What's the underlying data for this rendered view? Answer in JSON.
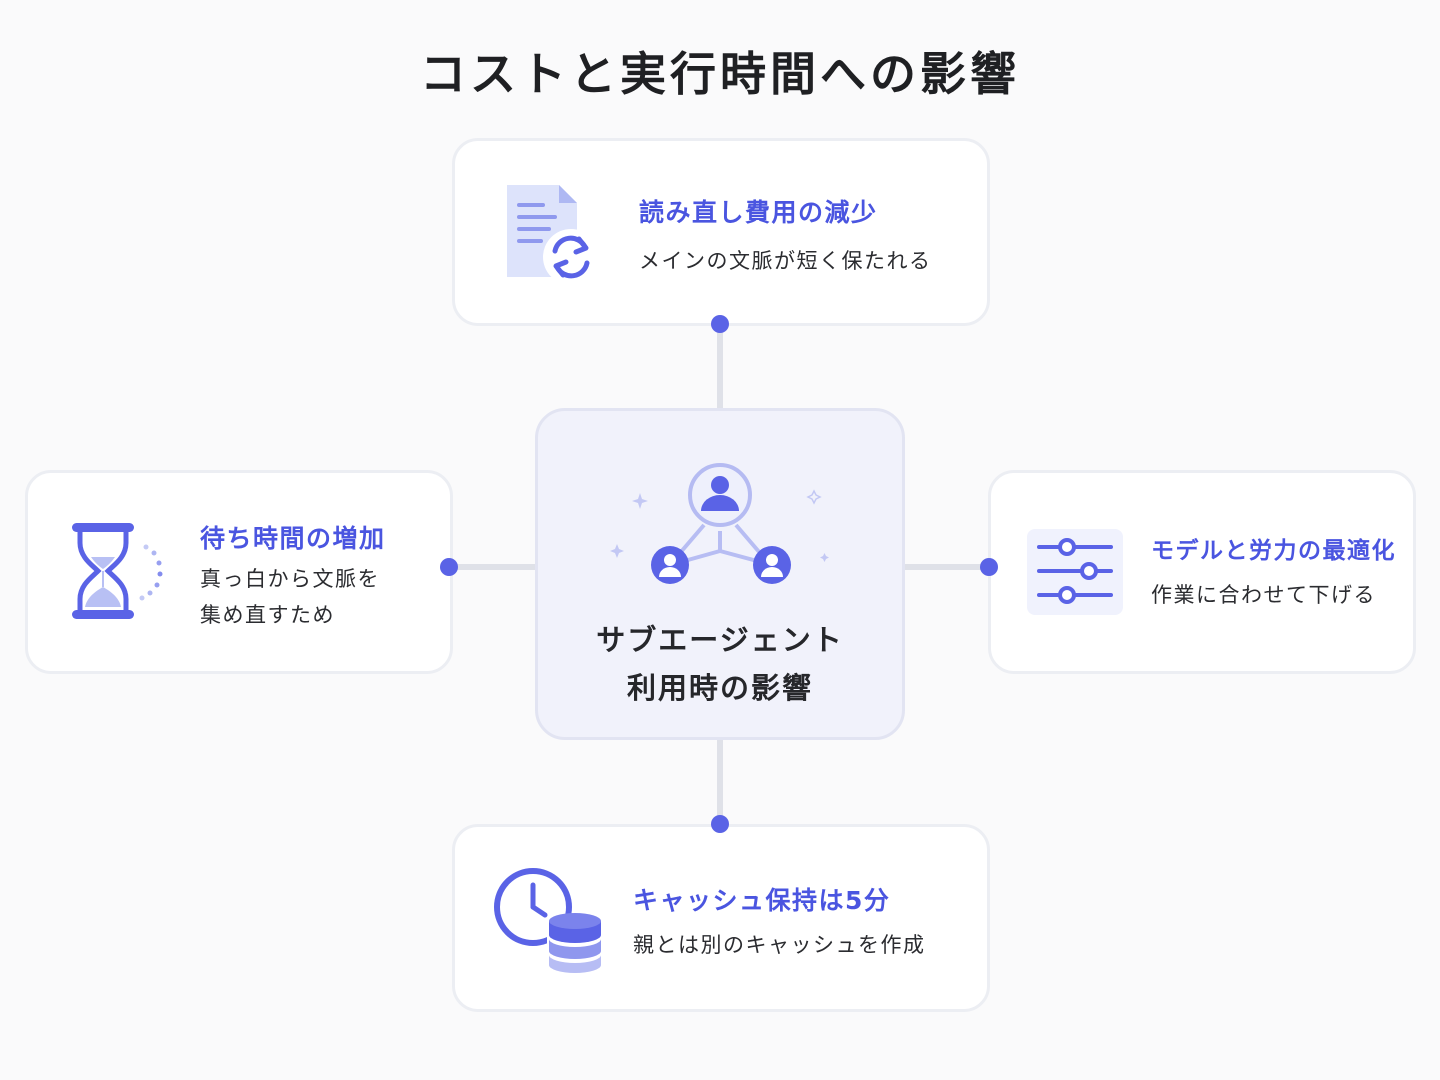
{
  "title": "コストと実行時間への影響",
  "center": {
    "line1": "サブエージェント",
    "line2": "利用時の影響"
  },
  "cards": {
    "top": {
      "title": "読み直し費用の減少",
      "desc": "メインの文脈が短く保たれる"
    },
    "left": {
      "title": "待ち時間の増加",
      "desc_line1": "真っ白から文脈を",
      "desc_line2": "集め直すため"
    },
    "right": {
      "title": "モデルと労力の最適化",
      "desc": "作業に合わせて下げる"
    },
    "bottom": {
      "title": "キャッシュ保持は5分",
      "desc": "親とは別のキャッシュを作成"
    }
  },
  "icons": {
    "top": "document-refresh-icon",
    "left": "hourglass-icon",
    "right": "sliders-icon",
    "bottom": "clock-database-icon",
    "center": "agent-network-icon"
  },
  "colors": {
    "accent": "#5a63e6",
    "accent_light": "#c9cdf7",
    "card_border": "#eceef3",
    "center_bg": "#f1f2fb",
    "connector": "#dfe1e8"
  }
}
